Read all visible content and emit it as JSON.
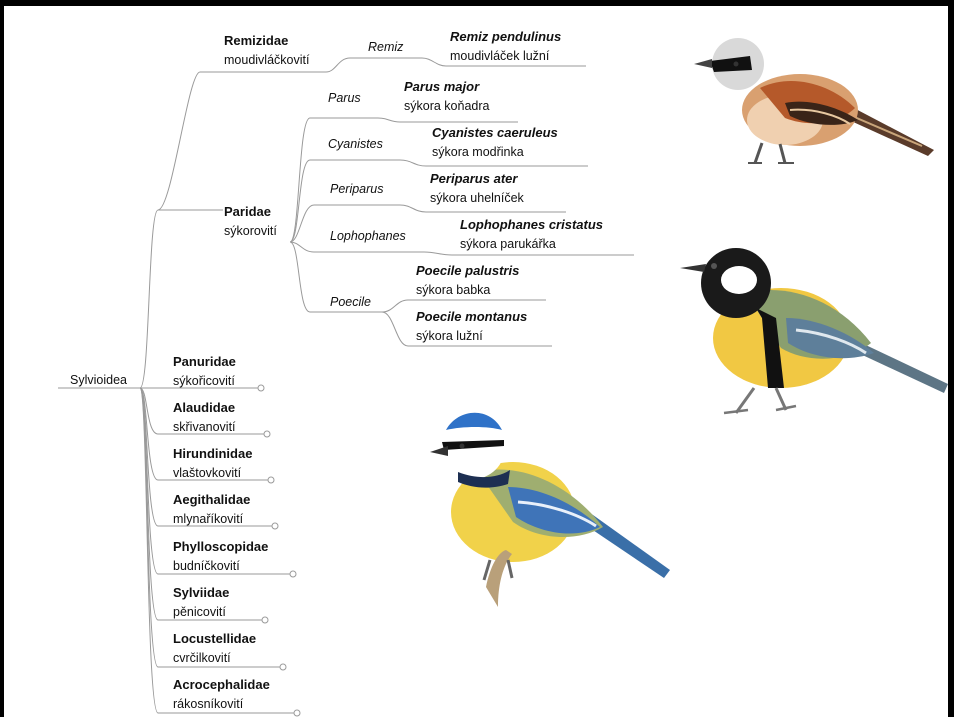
{
  "root": "Sylvioidea",
  "remizidae": {
    "family": "Remizidae",
    "czech": "moudivláčkovití",
    "genus": "Remiz",
    "species": {
      "latin": "Remiz pendulinus",
      "czech": "moudivláček lužní"
    }
  },
  "paridae": {
    "family": "Paridae",
    "czech": "sýkorovití",
    "genera": [
      {
        "genus": "Parus",
        "species": [
          {
            "latin": "Parus major",
            "czech": "sýkora koňadra"
          }
        ]
      },
      {
        "genus": "Cyanistes",
        "species": [
          {
            "latin": "Cyanistes caeruleus",
            "czech": "sýkora modřinka"
          }
        ]
      },
      {
        "genus": "Periparus",
        "species": [
          {
            "latin": "Periparus ater",
            "czech": "sýkora uhelníček"
          }
        ]
      },
      {
        "genus": "Lophophanes",
        "species": [
          {
            "latin": "Lophophanes cristatus",
            "czech": "sýkora parukářka"
          }
        ]
      },
      {
        "genus": "Poecile",
        "species": [
          {
            "latin": "Poecile palustris",
            "czech": "sýkora babka"
          },
          {
            "latin": "Poecile montanus",
            "czech": "sýkora lužní"
          }
        ]
      }
    ]
  },
  "other_families": [
    {
      "family": "Panuridae",
      "czech": "sýkořicovití"
    },
    {
      "family": "Alaudidae",
      "czech": "skřivanovití"
    },
    {
      "family": "Hirundinidae",
      "czech": "vlaštovkovití"
    },
    {
      "family": "Aegithalidae",
      "czech": "mlynaříkovití"
    },
    {
      "family": "Phylloscopidae",
      "czech": "budníčkovití"
    },
    {
      "family": "Sylviidae",
      "czech": "pěnicovití"
    },
    {
      "family": "Locustellidae",
      "czech": "cvrčilkovití"
    },
    {
      "family": "Acrocephalidae",
      "czech": "rákosníkovití"
    }
  ],
  "colors": {
    "line": "#9a9a9a",
    "frame": "#000000"
  },
  "illustrations": [
    "penduline-tit-illustration",
    "great-tit-illustration",
    "blue-tit-illustration"
  ]
}
